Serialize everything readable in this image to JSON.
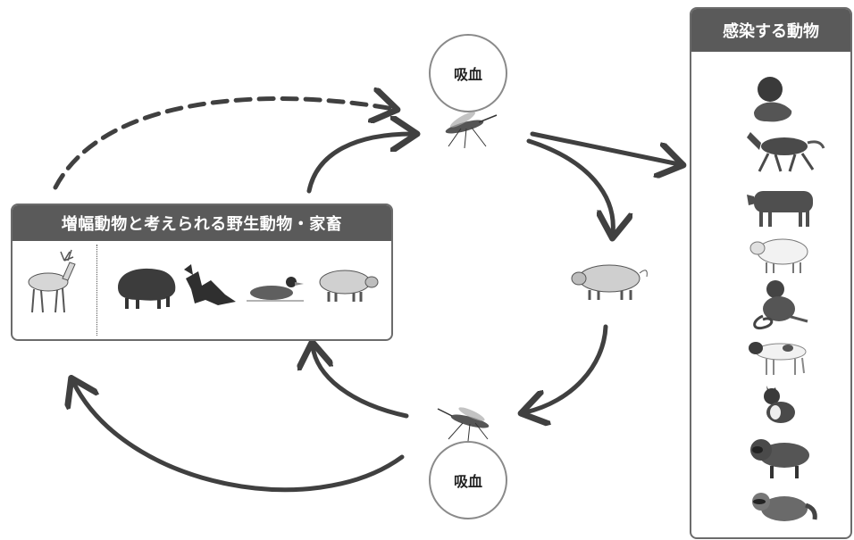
{
  "amplifier": {
    "title": "増幅動物と考えられる野生動物・家畜",
    "animals": [
      "deer-icon",
      "wild-boar-icon",
      "bat-icon",
      "duck-icon",
      "pig-icon"
    ]
  },
  "vector": {
    "bite_top_label": "吸血",
    "bite_bottom_label": "吸血",
    "top_mosquito": "mosquito-icon",
    "bottom_mosquito": "mosquito-icon",
    "center_host": "pig-icon"
  },
  "infected": {
    "title": "感染する動物",
    "animals": [
      "human-icon",
      "horse-icon",
      "cattle-icon",
      "sheep-icon",
      "monkey-icon",
      "dog-icon",
      "cat-icon",
      "raccoon-dog-icon",
      "raccoon-icon"
    ]
  },
  "colors": {
    "header_bg": "#5a5a5a",
    "arrow": "#404040",
    "circle_border": "#8a8a8a"
  }
}
